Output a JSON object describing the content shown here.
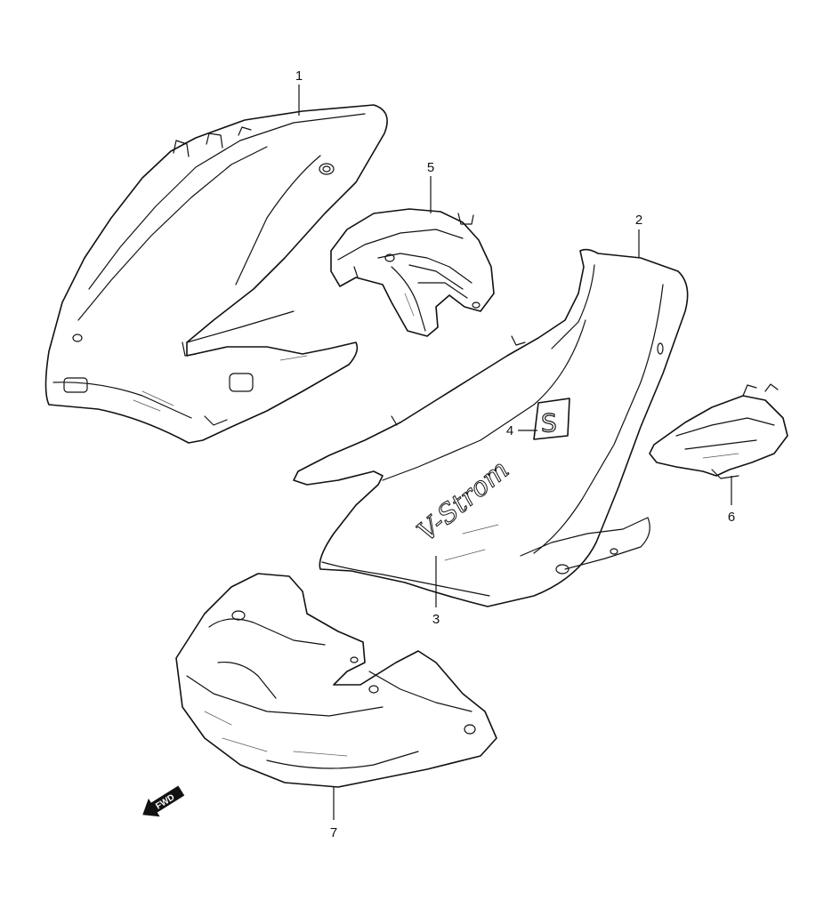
{
  "callouts": [
    {
      "id": "1",
      "label": "1"
    },
    {
      "id": "2",
      "label": "2"
    },
    {
      "id": "3",
      "label": "3"
    },
    {
      "id": "4",
      "label": "4"
    },
    {
      "id": "5",
      "label": "5"
    },
    {
      "id": "6",
      "label": "6"
    },
    {
      "id": "7",
      "label": "7"
    }
  ],
  "direction_arrow": {
    "label": "FWD",
    "icon": "fwd-arrow-icon"
  },
  "decals": {
    "emblem": "S",
    "model_script": "V-Strom"
  }
}
